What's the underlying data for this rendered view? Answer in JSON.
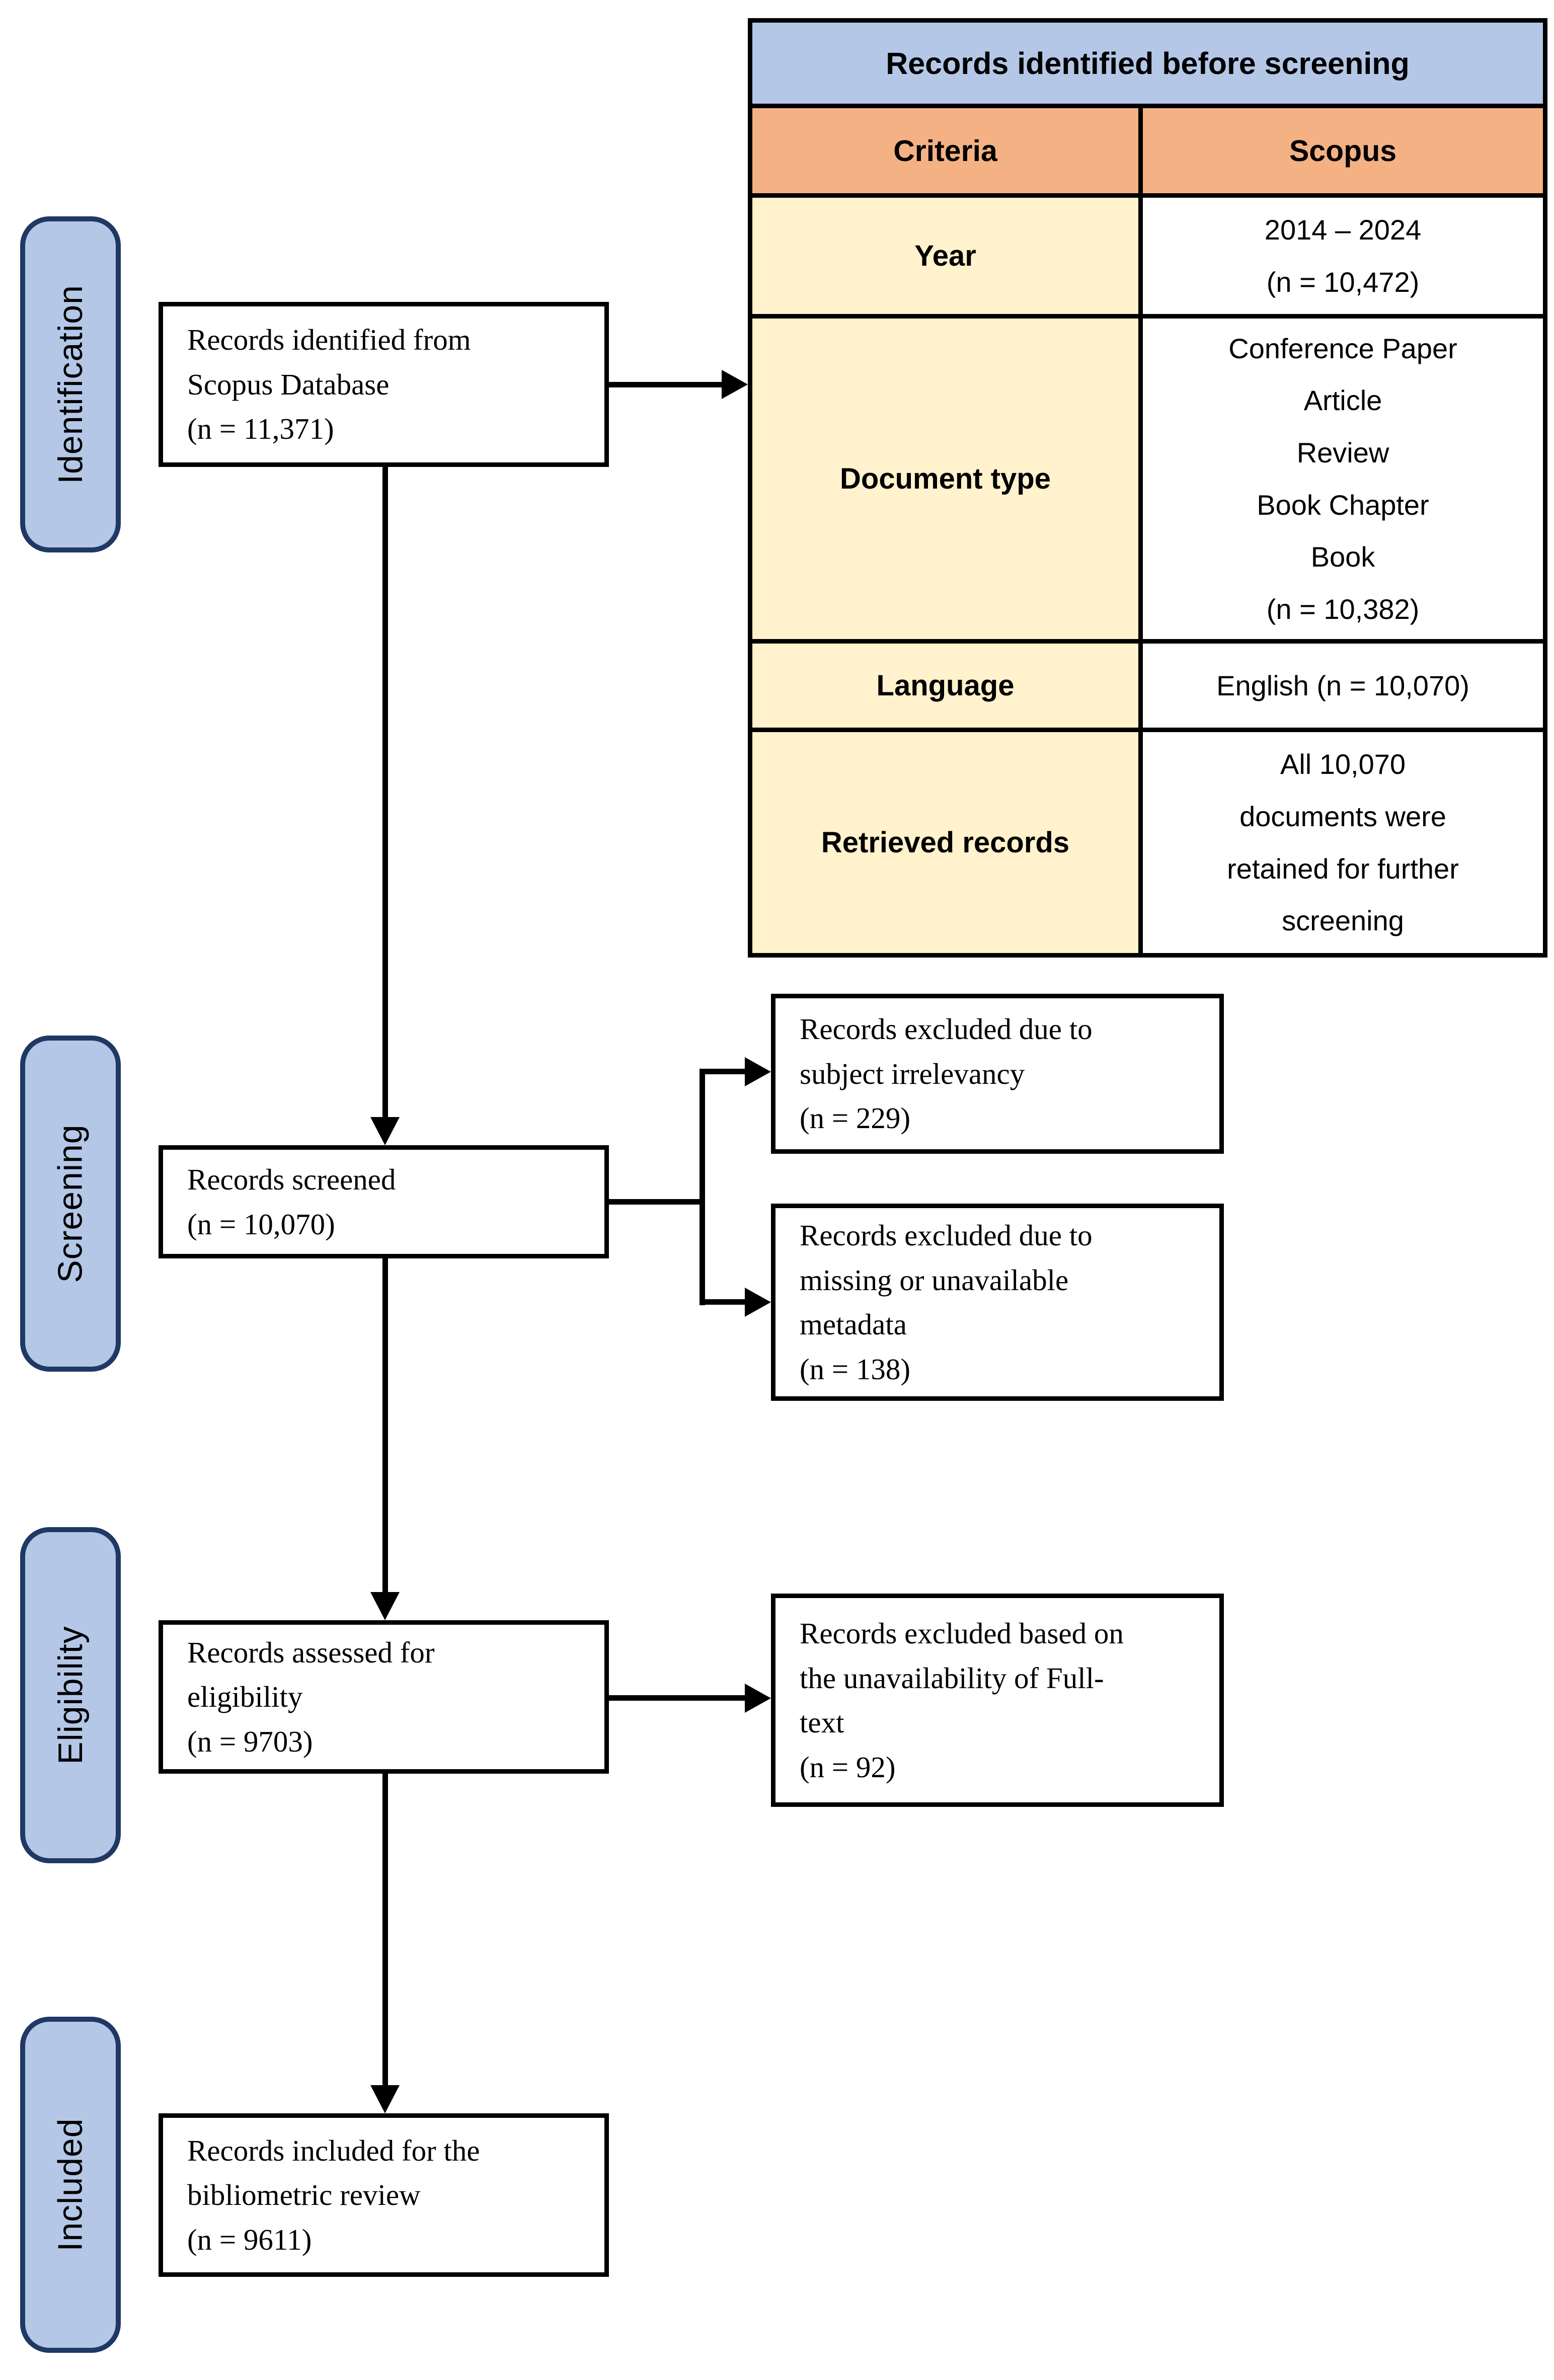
{
  "sidebar": {
    "items": [
      {
        "label": "Identification"
      },
      {
        "label": "Screening"
      },
      {
        "label": "Eligibility"
      },
      {
        "label": "Included"
      }
    ]
  },
  "flow_boxes": {
    "identified": {
      "text": "Records identified from\nScopus Database\n(n = 11,371)"
    },
    "screened": {
      "text": "Records screened\n(n = 10,070)"
    },
    "assessed": {
      "text": "Records assessed for\neligibility\n(n = 9703)"
    },
    "included": {
      "text": "Records included for the\nbibliometric review\n(n = 9611)"
    },
    "excluded_subject": {
      "text": "Records excluded due to\nsubject irrelevancy\n(n = 229)"
    },
    "excluded_metadata": {
      "text": "Records excluded due to\nmissing or unavailable\nmetadata\n(n = 138)"
    },
    "excluded_fulltext": {
      "text": "Records excluded based on\nthe unavailability of Full-\ntext\n(n = 92)"
    }
  },
  "table": {
    "title": "Records identified before screening",
    "columns": [
      "Criteria",
      "Scopus"
    ],
    "rows": [
      {
        "criteria": "Year",
        "value": "2014 – 2024\n(n = 10,472)"
      },
      {
        "criteria": "Document type",
        "value": "Conference Paper\nArticle\nReview\nBook Chapter\nBook\n(n = 10,382)"
      },
      {
        "criteria": "Language",
        "value": "English (n = 10,070)"
      },
      {
        "criteria": "Retrieved records",
        "value": "All 10,070\ndocuments were\nretained for further\nscreening"
      }
    ]
  },
  "colors": {
    "stage_fill": "#b4c7e7",
    "stage_border": "#1f3864",
    "table_title_bg": "#b4c7e7",
    "table_header_bg": "#f4b183",
    "table_criteria_bg": "#fff2cc",
    "line": "#000000"
  }
}
